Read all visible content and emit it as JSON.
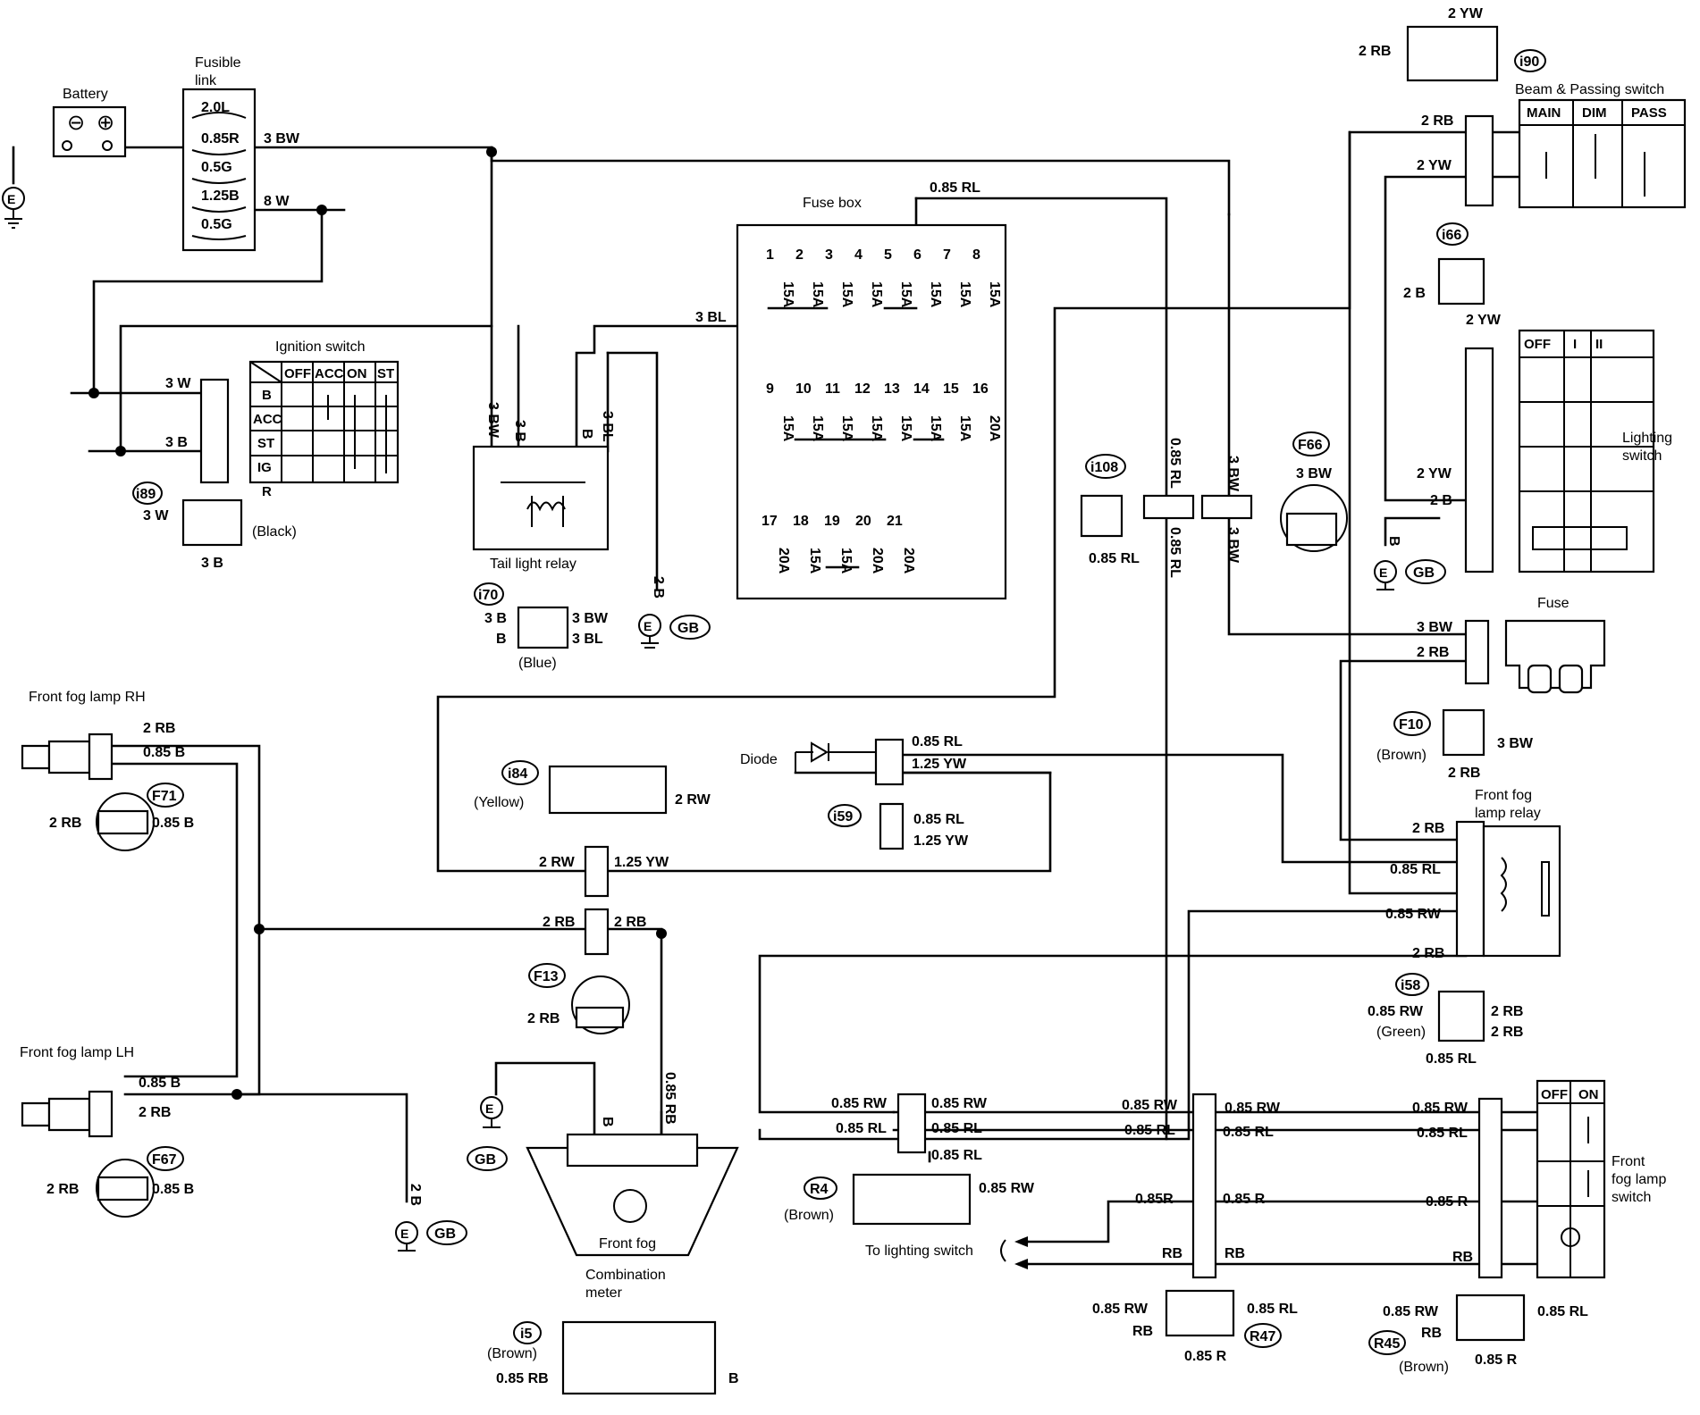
{
  "titles": {
    "battery": "Battery",
    "fusible_link": "Fusible\nlink",
    "fuse_box": "Fuse box",
    "ignition_switch": "Ignition switch",
    "tail_light_relay": "Tail light relay",
    "beam_passing_switch": "Beam & Passing switch",
    "lighting_switch": "Lighting\nswitch",
    "fuse": "Fuse",
    "front_fog_lamp_relay": "Front fog\nlamp relay",
    "front_fog_lamp_rh": "Front fog lamp RH",
    "front_fog_lamp_lh": "Front fog lamp LH",
    "diode": "Diode",
    "front_fog": "Front fog",
    "combination_meter": "Combination\nmeter",
    "to_lighting_switch": "To lighting switch",
    "front_fog_lamp_switch": "Front\nfog lamp\nswitch"
  },
  "connectors": {
    "i90": "i90",
    "i66": "i66",
    "i89": "i89",
    "i70": "i70",
    "i108": "i108",
    "F66": "F66",
    "F10": "F10",
    "F71": "F71",
    "F67": "F67",
    "F13": "F13",
    "i84": "i84",
    "i59": "i59",
    "i58": "i58",
    "R4": "R4",
    "R47": "R47",
    "R45": "R45",
    "i5": "i5"
  },
  "connector_colors": {
    "i89": "(Black)",
    "i70": "(Blue)",
    "i84": "(Yellow)",
    "F10": "(Brown)",
    "i58": "(Green)",
    "R4": "(Brown)",
    "i5": "(Brown)",
    "R45": "(Brown)"
  },
  "fusible_link": [
    "2.0L",
    "0.85R",
    "0.5G",
    "1.25B",
    "0.5G"
  ],
  "fuses": {
    "row1": [
      {
        "n": "1",
        "a": "15A"
      },
      {
        "n": "2",
        "a": "15A"
      },
      {
        "n": "3",
        "a": "15A"
      },
      {
        "n": "4",
        "a": "15A"
      },
      {
        "n": "5",
        "a": "15A"
      },
      {
        "n": "6",
        "a": "15A"
      },
      {
        "n": "7",
        "a": "15A"
      },
      {
        "n": "8",
        "a": "15A"
      }
    ],
    "row2": [
      {
        "n": "9",
        "a": "15A"
      },
      {
        "n": "10",
        "a": "15A"
      },
      {
        "n": "11",
        "a": "15A"
      },
      {
        "n": "12",
        "a": "15A"
      },
      {
        "n": "13",
        "a": "15A"
      },
      {
        "n": "14",
        "a": "15A"
      },
      {
        "n": "15",
        "a": "15A"
      },
      {
        "n": "16",
        "a": "20A"
      }
    ],
    "row3": [
      {
        "n": "17",
        "a": "20A"
      },
      {
        "n": "18",
        "a": "15A"
      },
      {
        "n": "19",
        "a": "15A"
      },
      {
        "n": "20",
        "a": "20A"
      },
      {
        "n": "21",
        "a": "20A"
      }
    ]
  },
  "ignition_table": {
    "cols": [
      "OFF",
      "ACC",
      "ON",
      "ST"
    ],
    "rows": [
      "B",
      "ACC",
      "ST",
      "IG",
      "R"
    ]
  },
  "beam_table": {
    "cols": [
      "MAIN",
      "DIM",
      "PASS"
    ]
  },
  "lighting_table": {
    "cols": [
      "OFF",
      "I",
      "II"
    ]
  },
  "fog_switch_table": {
    "cols": [
      "OFF",
      "ON"
    ]
  },
  "wires": {
    "w_3bw_top": "3 BW",
    "w_8w": "8 W",
    "w_085rl_top": "0.85 RL",
    "w_3bl": "3 BL",
    "w_3w_ign": "3 W",
    "w_3b_ign": "3 B",
    "w_3bw_v": "3 BW",
    "w_3b_v": "3 B",
    "w_b_v": "B",
    "w_3bl_v": "3 BL",
    "w_2b_v": "2 B",
    "w_085rl_v1": "0.85 RL",
    "w_085rl_v2": "0.85 RL",
    "w_3bw_v2": "3 BW",
    "w_3bw_v3": "3 BW",
    "w_i90_2rb": "2 RB",
    "w_i90_2yw": "2 YW",
    "w_beam_2rb": "2 RB",
    "w_beam_2yw": "2 YW",
    "w_i66_2b": "2 B",
    "w_i66_2yw": "2 YW",
    "w_ls_2yw": "2 YW",
    "w_ls_2b": "2 B",
    "w_ls_b": "B",
    "w_i89_3w": "3 W",
    "w_i89_3b": "3 B",
    "w_i70_3b": "3 B",
    "w_i70_3bw": "3 BW",
    "w_i70_b": "B",
    "w_i70_3bl": "3 BL",
    "w_i108": "0.85 RL",
    "w_f66": "3 BW",
    "w_fuse_3bw": "3 BW",
    "w_fuse_2rb": "2 RB",
    "w_f10_3bw": "3 BW",
    "w_f10_2rb": "2 RB",
    "w_rel_2rb1": "2 RB",
    "w_rel_085rl": "0.85 RL",
    "w_rel_085rw": "0.85 RW",
    "w_rel_2rb2": "2 RB",
    "w_i58_085rw": "0.85 RW",
    "w_i58_2rb1": "2 RB",
    "w_i58_2rb2": "2 RB",
    "w_i58_085rl": "0.85 RL",
    "w_rh_2rb": "2 RB",
    "w_rh_085b": "0.85 B",
    "w_f71_2rb": "2 RB",
    "w_f71_085b": "0.85 B",
    "w_lh_085b": "0.85 B",
    "w_lh_2rb": "2 RB",
    "w_f67_2rb": "2 RB",
    "w_f67_085b": "0.85 B",
    "w_diode_085rl": "0.85 RL",
    "w_diode_125yw": "1.25 YW",
    "w_i59_085rl": "0.85 RL",
    "w_i59_125yw": "1.25 YW",
    "w_i84_2rw": "2 RW",
    "w_c_2rw": "2 RW",
    "w_c_125yw": "1.25 YW",
    "w_c_2rb_l": "2 RB",
    "w_c_2rb_r": "2 RB",
    "w_f13_2rb": "2 RB",
    "w_meter_b": "B",
    "w_meter_085rb": "0.85 RB",
    "w_gnd_2b": "2 B",
    "w_r_085rw_l": "0.85 RW",
    "w_r_085rl_l": "0.85 RL",
    "w_r_085rw_r": "0.85 RW",
    "w_r_085rl_r": "0.85 RL",
    "w_r_085rl_d": "0.85 RL",
    "w_r4_085rw": "0.85 RW",
    "w_m_085rw_l": "0.85 RW",
    "w_m_085rl_l": "0.85 RL",
    "w_m_085rw_r": "0.85 RW",
    "w_m_085rl_r": "0.85 RL",
    "w_m_085r_l": "0.85R",
    "w_m_085r_r": "0.85 R",
    "w_m_rb_l": "RB",
    "w_m_rb_r": "RB",
    "w_e_085rw_l": "0.85 RW",
    "w_e_085rl_l": "0.85 RL",
    "w_e_085r": "0.85 R",
    "w_e_rb": "RB",
    "w_r47_085rw": "0.85 RW",
    "w_r47_rb": "RB",
    "w_r47_085rl": "0.85 RL",
    "w_r47_085r": "0.85 R",
    "w_r45_085rw": "0.85 RW",
    "w_r45_rb": "RB",
    "w_r45_085rl": "0.85 RL",
    "w_r45_085r": "0.85 R",
    "w_i5_085rb": "0.85 RB",
    "w_i5_b": "B"
  },
  "grounds": {
    "gb": "GB",
    "e": "E"
  }
}
